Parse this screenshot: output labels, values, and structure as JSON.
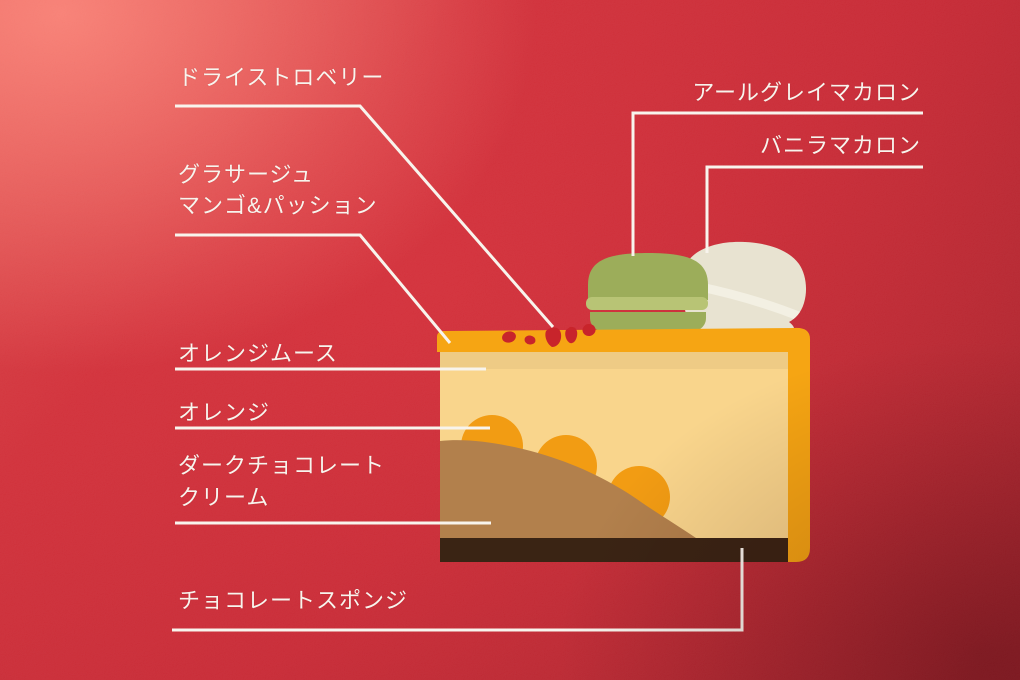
{
  "diagram_title": "cake slice cross-section infographic",
  "labels": {
    "dried_strawberry": {
      "text": "ドライストロベリー"
    },
    "glacage": {
      "text": "グラサージュ",
      "text2": "マンゴ&パッション"
    },
    "earl_grey_macaron": {
      "text": "アールグレイマカロン"
    },
    "vanilla_macaron": {
      "text": "バニラマカロン"
    },
    "orange_mousse": {
      "text": "オレンジムース"
    },
    "orange": {
      "text": "オレンジ"
    },
    "dark_chocolate_cream": {
      "text": "ダークチョコレート",
      "text2": "クリーム"
    },
    "chocolate_sponge": {
      "text": "チョコレートスポンジ"
    }
  },
  "colors": {
    "background_red": "#C32430",
    "background_highlight": "#E2605B",
    "background_shadow": "#9A1B24",
    "glaze_orange": "#F6A513",
    "mousse_yellow": "#F9D58C",
    "orange_fruit": "#F29C13",
    "chocolate_cream": "#B2804C",
    "chocolate_sponge": "#3A2414",
    "earl_grey_green": "#9CAD5A",
    "macaron_filling_green": "#B8C475",
    "vanilla_cream": "#E8E3D1",
    "vanilla_highlight": "#F3F0E3",
    "strawberry_red": "#C8242B",
    "line_white": "#F8F4ED"
  }
}
